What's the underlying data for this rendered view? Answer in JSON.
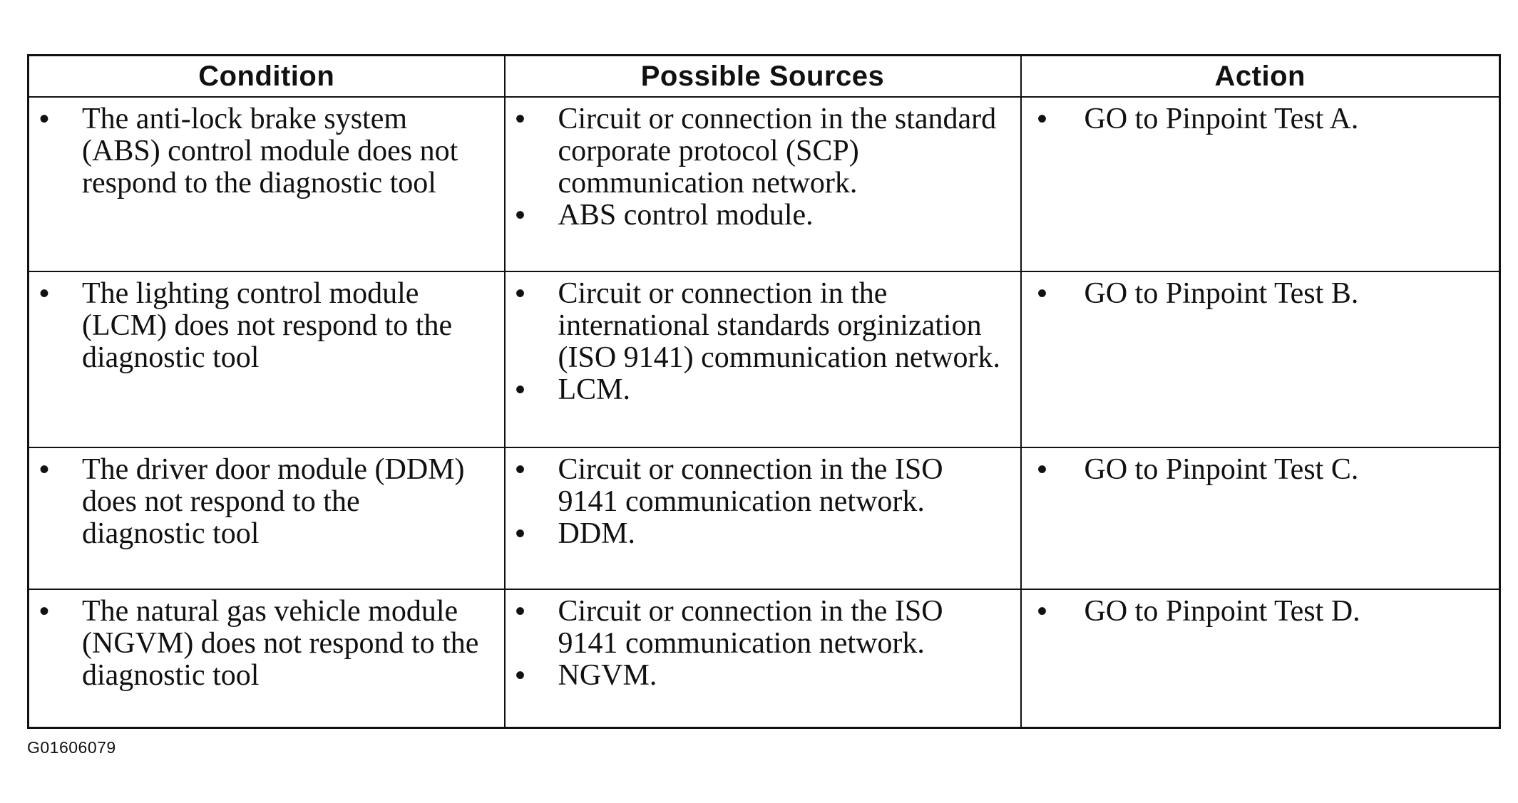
{
  "table": {
    "headers": {
      "condition": "Condition",
      "sources": "Possible Sources",
      "action": "Action"
    },
    "rows": [
      {
        "condition": "The anti-lock brake system (ABS) control module does not respond to the diagnostic tool",
        "sources": [
          "Circuit or connection in the standard corporate protocol (SCP) communication network.",
          "ABS control module."
        ],
        "action": "GO to Pinpoint Test A."
      },
      {
        "condition": "The lighting control module (LCM) does not respond to the diagnostic tool",
        "sources": [
          "Circuit or connection in the international standards orginization (ISO 9141) communication network.",
          "LCM."
        ],
        "action": "GO to Pinpoint Test B."
      },
      {
        "condition": "The driver door module (DDM) does not respond to the diagnostic tool",
        "sources": [
          "Circuit or connection in the ISO 9141 communication network.",
          "DDM."
        ],
        "action": "GO to Pinpoint Test C."
      },
      {
        "condition": "The natural gas vehicle module (NGVM) does not respond to the diagnostic tool",
        "sources": [
          "Circuit or connection in the ISO 9141 communication network.",
          "NGVM."
        ],
        "action": "GO to Pinpoint Test D."
      }
    ]
  },
  "figure_code": "G01606079"
}
